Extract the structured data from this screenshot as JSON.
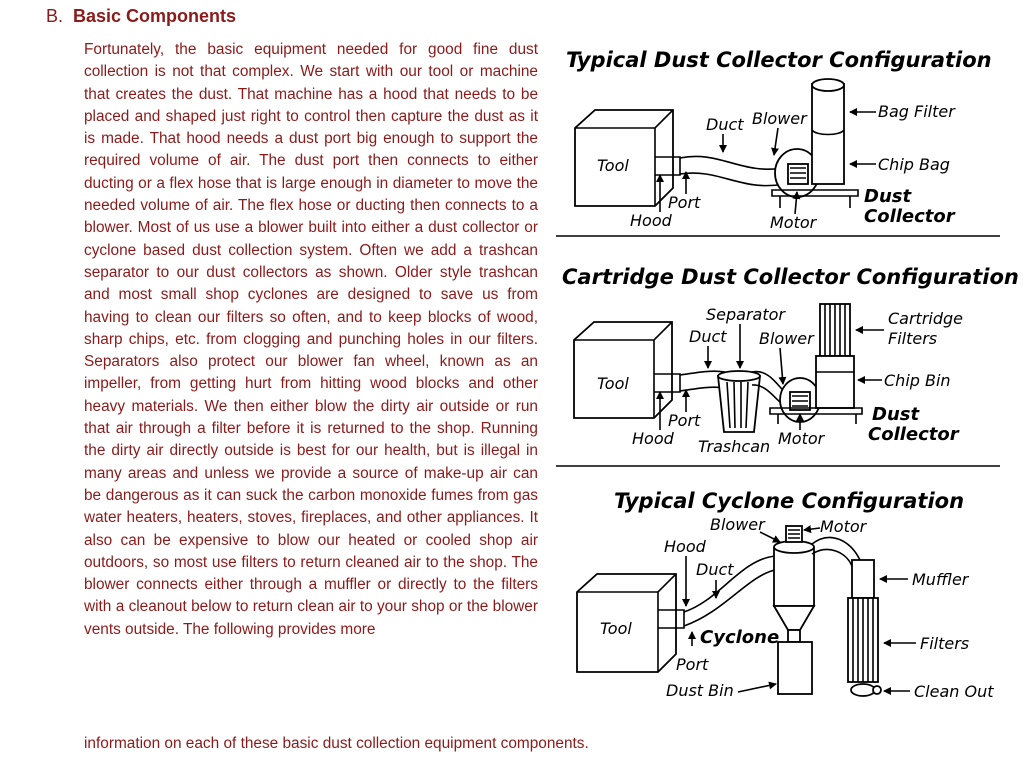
{
  "section": {
    "letter": "B.",
    "title": "Basic Components"
  },
  "body_text": "Fortunately, the basic equipment needed for good fine dust collection is not that complex. We start with our tool or machine that creates the dust. That machine has a hood that needs to be placed and shaped just right to control then capture the dust as it is made. That hood needs a dust port big enough to support the required volume of air. The dust port then connects to either ducting or a flex hose that is large enough in diameter to move the needed volume of air. The flex hose or ducting then connects to a blower. Most of us use a blower built into either a dust collector or cyclone based dust collection system. Often we add a trashcan separator to our dust collectors as shown. Older style trashcan and most small shop cyclones are designed to save us from having to clean our filters so often, and to keep blocks of wood, sharp chips, etc. from clogging and punching holes in our filters. Separators also protect our blower fan wheel, known as an impeller, from getting hurt from hitting wood blocks and other heavy materials. We then either blow the dirty air outside or run that air through a filter before it is returned to the shop. Running the dirty air directly outside is best for our health, but is illegal in many areas and unless we provide a source of make-up air can be dangerous as it can suck the carbon monoxide fumes from gas water heaters, heaters, stoves, fireplaces, and other appliances. It also can be expensive to blow our heated or cooled shop air outdoors, so most use filters to return cleaned air to the shop. The blower connects either through a muffler or directly to the filters with a cleanout below to return clean air to your shop or the blower vents outside. The following provides more",
  "last_line": "information on each of these basic dust collection equipment components.",
  "diagrams": {
    "typical": {
      "title": "Typical Dust Collector Configuration",
      "labels": {
        "tool": "Tool",
        "duct": "Duct",
        "blower": "Blower",
        "bag_filter": "Bag Filter",
        "chip_bag": "Chip Bag",
        "port": "Port",
        "hood": "Hood",
        "motor": "Motor",
        "dust": "Dust",
        "collector": "Collector"
      }
    },
    "cartridge": {
      "title": "Cartridge Dust Collector Configuration",
      "labels": {
        "tool": "Tool",
        "separator": "Separator",
        "duct": "Duct",
        "blower": "Blower",
        "cartridge": "Cartridge",
        "filters": "Filters",
        "chip_bin": "Chip Bin",
        "port": "Port",
        "hood": "Hood",
        "trashcan": "Trashcan",
        "motor": "Motor",
        "dust": "Dust",
        "collector": "Collector"
      }
    },
    "cyclone": {
      "title": "Typical Cyclone Configuration",
      "labels": {
        "blower": "Blower",
        "motor": "Motor",
        "hood": "Hood",
        "duct": "Duct",
        "muffler": "Muffler",
        "tool": "Tool",
        "cyclone": "Cyclone",
        "filters": "Filters",
        "port": "Port",
        "dust_bin": "Dust Bin",
        "clean_out": "Clean Out"
      }
    }
  }
}
